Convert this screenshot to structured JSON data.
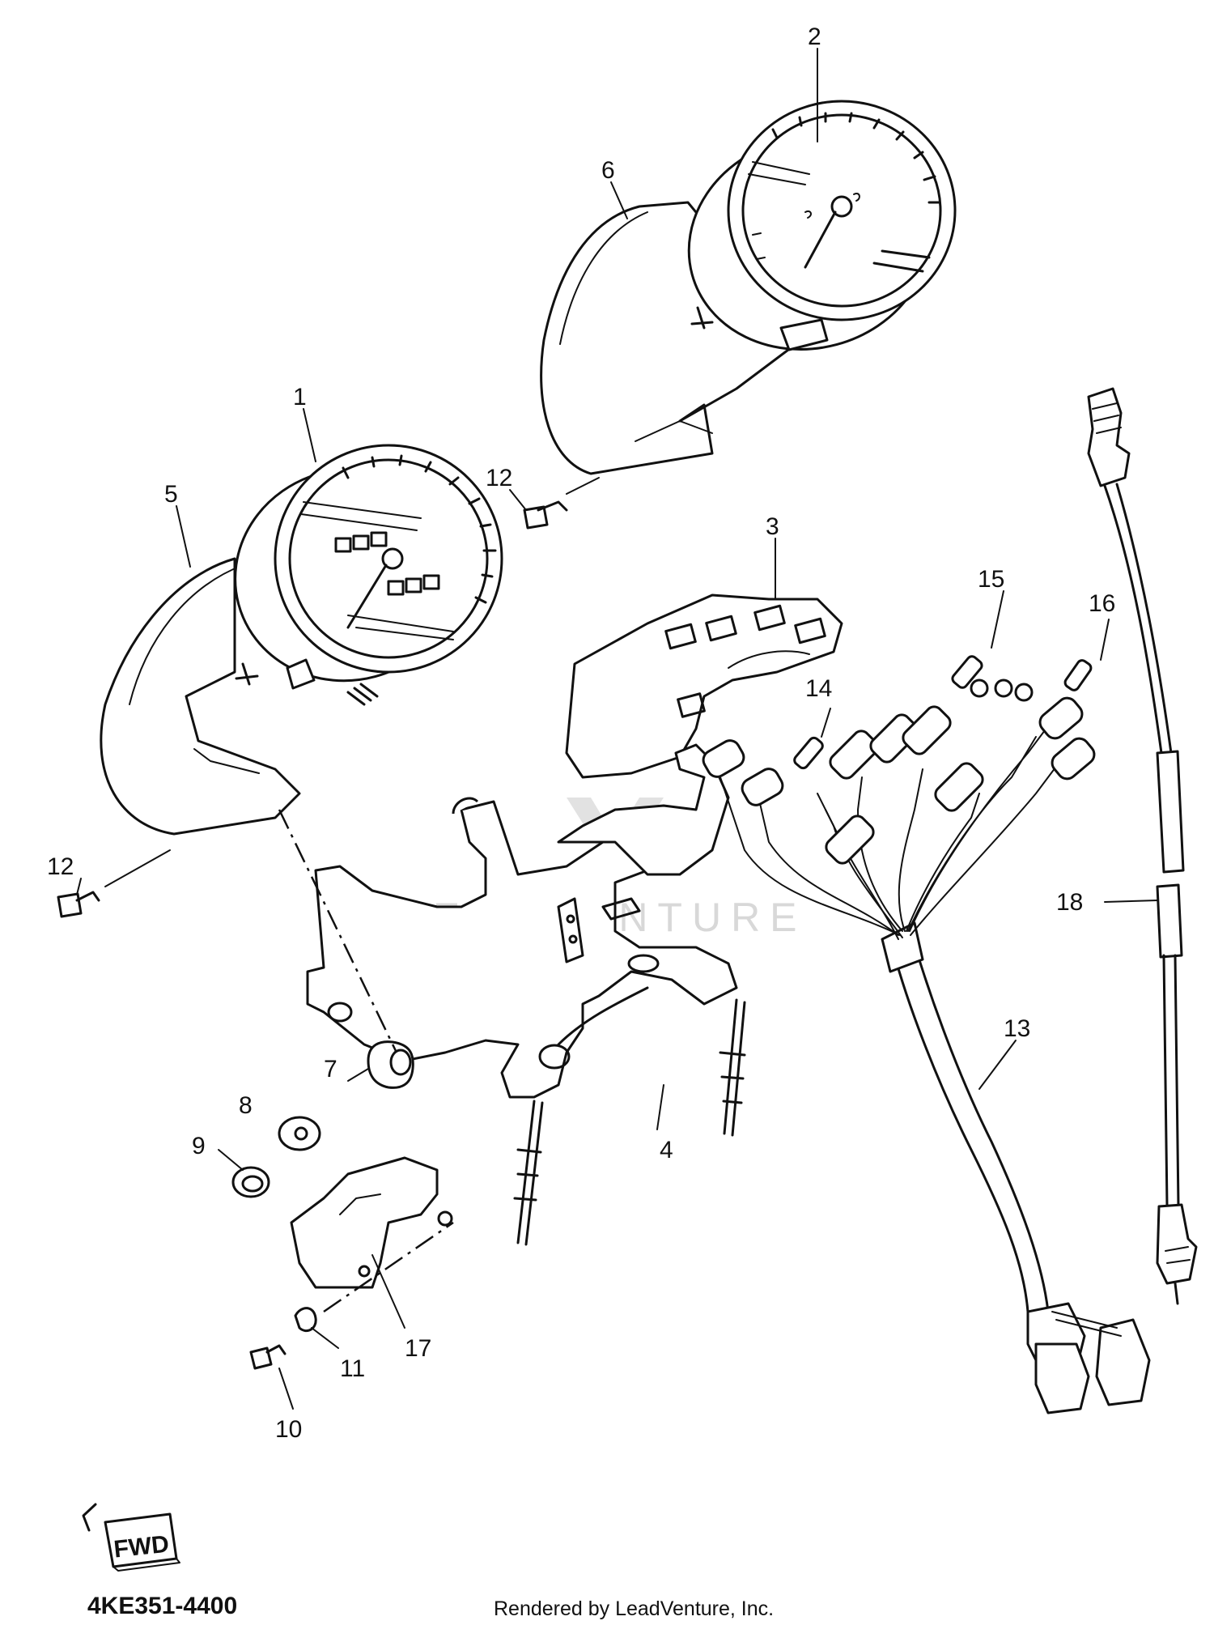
{
  "callouts": [
    {
      "id": "1",
      "text": "1"
    },
    {
      "id": "2",
      "text": "2"
    },
    {
      "id": "3",
      "text": "3"
    },
    {
      "id": "4",
      "text": "4"
    },
    {
      "id": "5",
      "text": "5"
    },
    {
      "id": "6",
      "text": "6"
    },
    {
      "id": "7",
      "text": "7"
    },
    {
      "id": "8",
      "text": "8"
    },
    {
      "id": "9",
      "text": "9"
    },
    {
      "id": "10",
      "text": "10"
    },
    {
      "id": "11",
      "text": "11"
    },
    {
      "id": "12a",
      "text": "12"
    },
    {
      "id": "12b",
      "text": "12"
    },
    {
      "id": "13",
      "text": "13"
    },
    {
      "id": "14",
      "text": "14"
    },
    {
      "id": "15",
      "text": "15"
    },
    {
      "id": "16",
      "text": "16"
    },
    {
      "id": "17",
      "text": "17"
    },
    {
      "id": "18",
      "text": "18"
    }
  ],
  "watermark": "LEADVENTURE",
  "fwd_label": "FWD",
  "diagram_code": "4KE351-4400",
  "credit": "Rendered by LeadVenture, Inc.",
  "colors": {
    "ink": "#111111",
    "watermark": "#d8d8d8",
    "background": "#ffffff"
  }
}
